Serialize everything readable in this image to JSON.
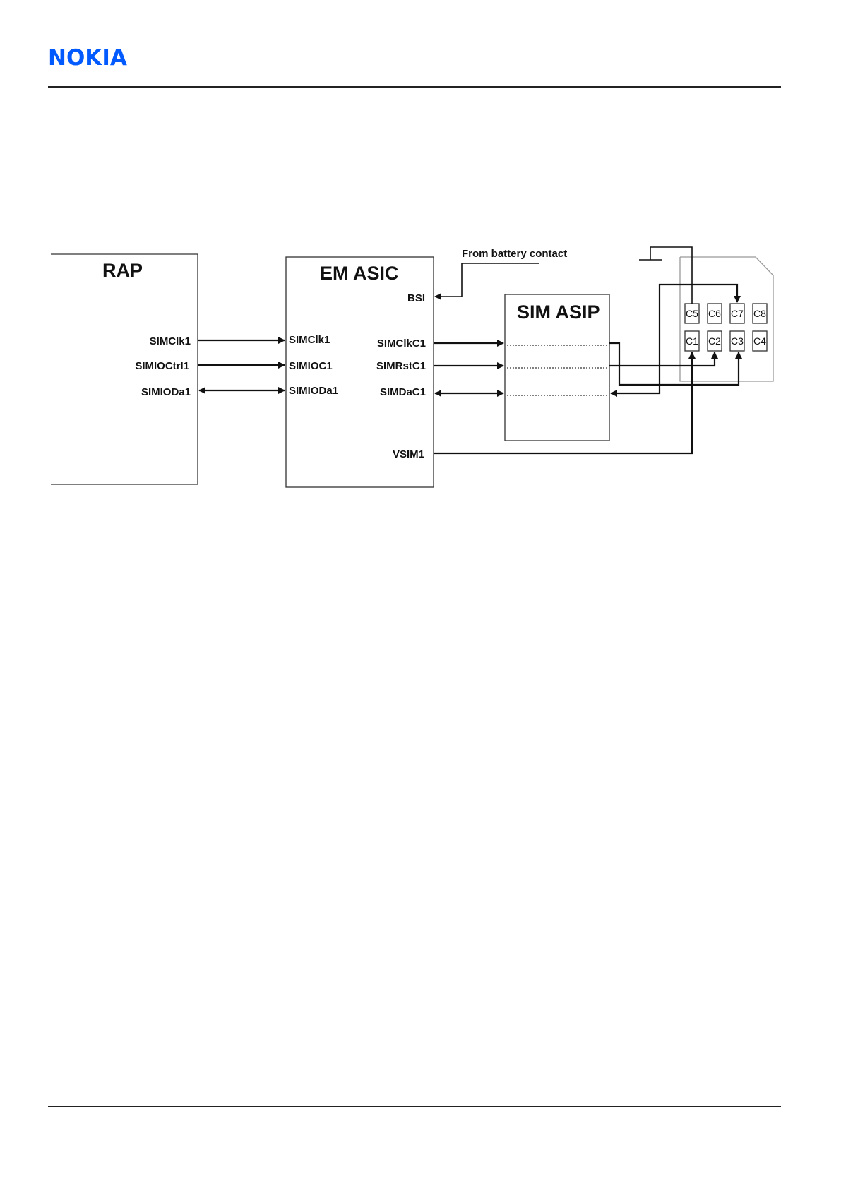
{
  "header": {
    "logo_text": "NOKIA"
  },
  "diagram": {
    "rap": {
      "title": "RAP",
      "pins": [
        "SIMClk1",
        "SIMIOCtrl1",
        "SIMIODa1"
      ]
    },
    "em_asic": {
      "title": "EM ASIC",
      "bsi": "BSI",
      "left_pins": [
        "SIMClk1",
        "SIMIOC1",
        "SIMIODa1"
      ],
      "right_pins": [
        "SIMClkC1",
        "SIMRstC1",
        "SIMDaC1"
      ],
      "vsim": "VSIM1"
    },
    "battery_label": "From battery contact",
    "sim_asip": {
      "title": "SIM ASIP"
    },
    "sim_card": {
      "contacts_top": [
        "C5",
        "C6",
        "C7",
        "C8"
      ],
      "contacts_bottom": [
        "C1",
        "C2",
        "C3",
        "C4"
      ]
    }
  }
}
